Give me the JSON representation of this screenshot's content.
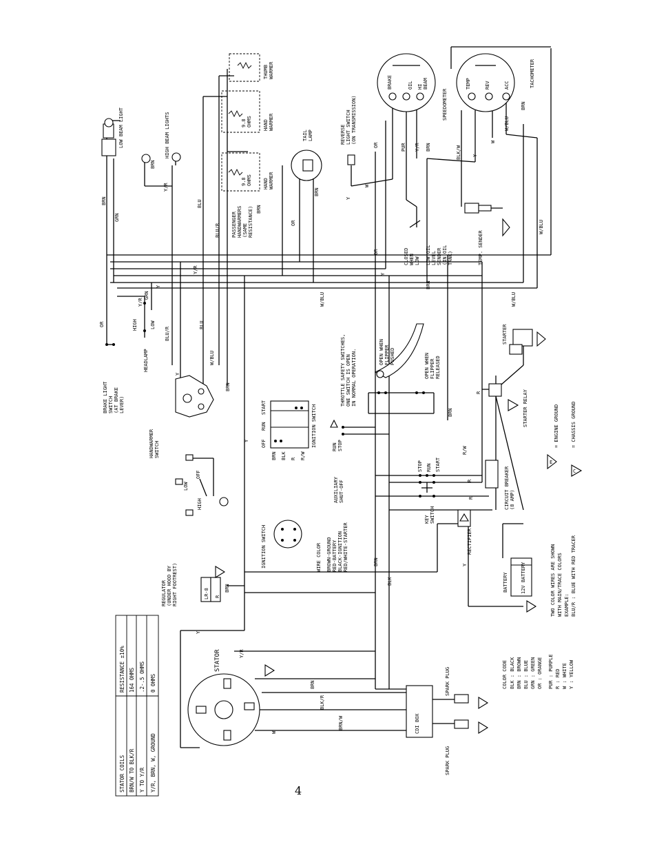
{
  "page_number": "4",
  "wire_colors": {
    "or": "OR",
    "y": "Y",
    "grn": "GRN",
    "brn": "BRN",
    "blu": "BLU",
    "yr": "Y/R",
    "blur": "BLU/R",
    "wblu": "W/BLU",
    "r": "R",
    "rw": "R/W",
    "blk": "BLK",
    "blkr": "BLK/R",
    "brnw": "BRN/W",
    "w": "W",
    "blkw": "BLK/W",
    "pur": "PUR"
  },
  "components": {
    "low_beam": "LOW BEAM LIGHT",
    "high_beam": "HIGH BEAM LIGHTS",
    "brake_light_switch": [
      "BRAKE LIGHT",
      "SWITCH",
      "(AT BRAKE",
      "LEVER)"
    ],
    "high": "HIGH",
    "low": "LOW",
    "headlamp": "HEADLAMP",
    "handwarmer_switch": [
      "HANDWARMER",
      "SWITCH"
    ],
    "off": "OFF",
    "passenger_handwarmers": [
      "PASSENGER",
      "HANDWARMERS",
      "(SAME",
      "RESISTANCE)"
    ],
    "hand_warmer": [
      "HAND",
      "WARMER"
    ],
    "thumb_warmer": [
      "THUMB",
      "WARMER"
    ],
    "ohms_a": [
      "9.8",
      "OHMS"
    ],
    "ohms_b": [
      "9.8",
      "OHMS"
    ],
    "tail_lamp": [
      "TAIL",
      "LAMP"
    ],
    "reverse_switch": [
      "REVERSE",
      "LIGHT SWITCH",
      "(ON TRANSMISSION)"
    ],
    "closed_when_low": [
      "CLOSED",
      "WHEN",
      "LOW"
    ],
    "low_oil_sender": [
      "LOW OIL",
      "LEVEL",
      "SENDER",
      "(IN OIL",
      "TANK)"
    ],
    "temp_sender": "TEMP. SENDER",
    "speedometer": "SPEEDOMETER",
    "tachometer": "TACHOMETER",
    "brake": "BRAKE",
    "oil": "OIL",
    "hi_beam": [
      "HI",
      "BEAM"
    ],
    "temp": "TEMP",
    "rev": "REV",
    "acc": "ACC",
    "throttle_switches": [
      "THROTTLE SAFETY SWITCHES,",
      "ONE SWITCH IS OPEN",
      "IN NORMAL OPERATION."
    ],
    "open_when_flipper_pushed": [
      "OPEN WHEN",
      "FLIPPER",
      "PUSHED"
    ],
    "open_when_flipper_released": [
      "OPEN WHEN",
      "FLIPPER",
      "RELEASED"
    ],
    "starter": "STARTER",
    "starter_relay": "STARTER RELAY",
    "ignition_switch": "IGNITION SWITCH",
    "ign_positions": [
      "OFF",
      "RUN",
      "START"
    ],
    "ign_wires": [
      "BRN",
      "BLK",
      "R",
      "R/W"
    ],
    "run": "RUN",
    "stop": "STOP",
    "auxiliary_shutoff": [
      "AUXILIARY",
      "SHUT-OFF"
    ],
    "key_switch": [
      "KEY",
      "SWITCH"
    ],
    "key_positions": [
      "STOP",
      "RUN",
      "START"
    ],
    "circuit_breaker": [
      "CIRCUIT BREAKER",
      "(8 AMP)"
    ],
    "rectifier": "RECTIFIER",
    "battery": "BATTERY",
    "battery_12v": "12V BATTERY",
    "wire_color_legend": [
      "WIRE COLOR",
      "BROWN-GROUND",
      "RED-BATTERY",
      "BLACK-IGNITION",
      "RED/WHITE-STARTER"
    ],
    "regulator": [
      "REGULATOR",
      "(UNDER HOOD BY",
      "RIGHT FOOTREST)"
    ],
    "regulator_part": "LR-8",
    "stator": "STATOR",
    "cdi_box": "CDI BOX",
    "spark_plug": "SPARK PLUG",
    "engine_ground": "= ENGINE GROUND",
    "chassis_ground": "= CHASSIS GROUND",
    "ground_e": "E",
    "ground_c": "C"
  },
  "color_code": {
    "title": "COLOR CODE",
    "rows": [
      "BLK : BLACK",
      "BRN : BROWN",
      "BLU : BLUE",
      "GRN : GREEN",
      "OR : ORANGE",
      "PUR : PURPLE",
      "R : RED",
      "W : WHITE",
      "Y : YELLOW"
    ]
  },
  "two_color_note": [
    "TWO COLOR WIRES ARE SHOWN",
    "WITH MAIN/TRACE COLORS",
    "EXAMPLE:",
    "BLU/R : BLUE WITH RED TRACER"
  ],
  "stator_table": {
    "headers": [
      "STATOR COILS",
      "RESISTANCE ±10%"
    ],
    "rows": [
      [
        "BRN/W TO BLK/R",
        "164 OHMS"
      ],
      [
        "Y TO Y/R",
        ".2-.5 OHMS"
      ],
      [
        "Y/R, BRN, W, GROUND",
        "0 OHMS"
      ]
    ]
  }
}
